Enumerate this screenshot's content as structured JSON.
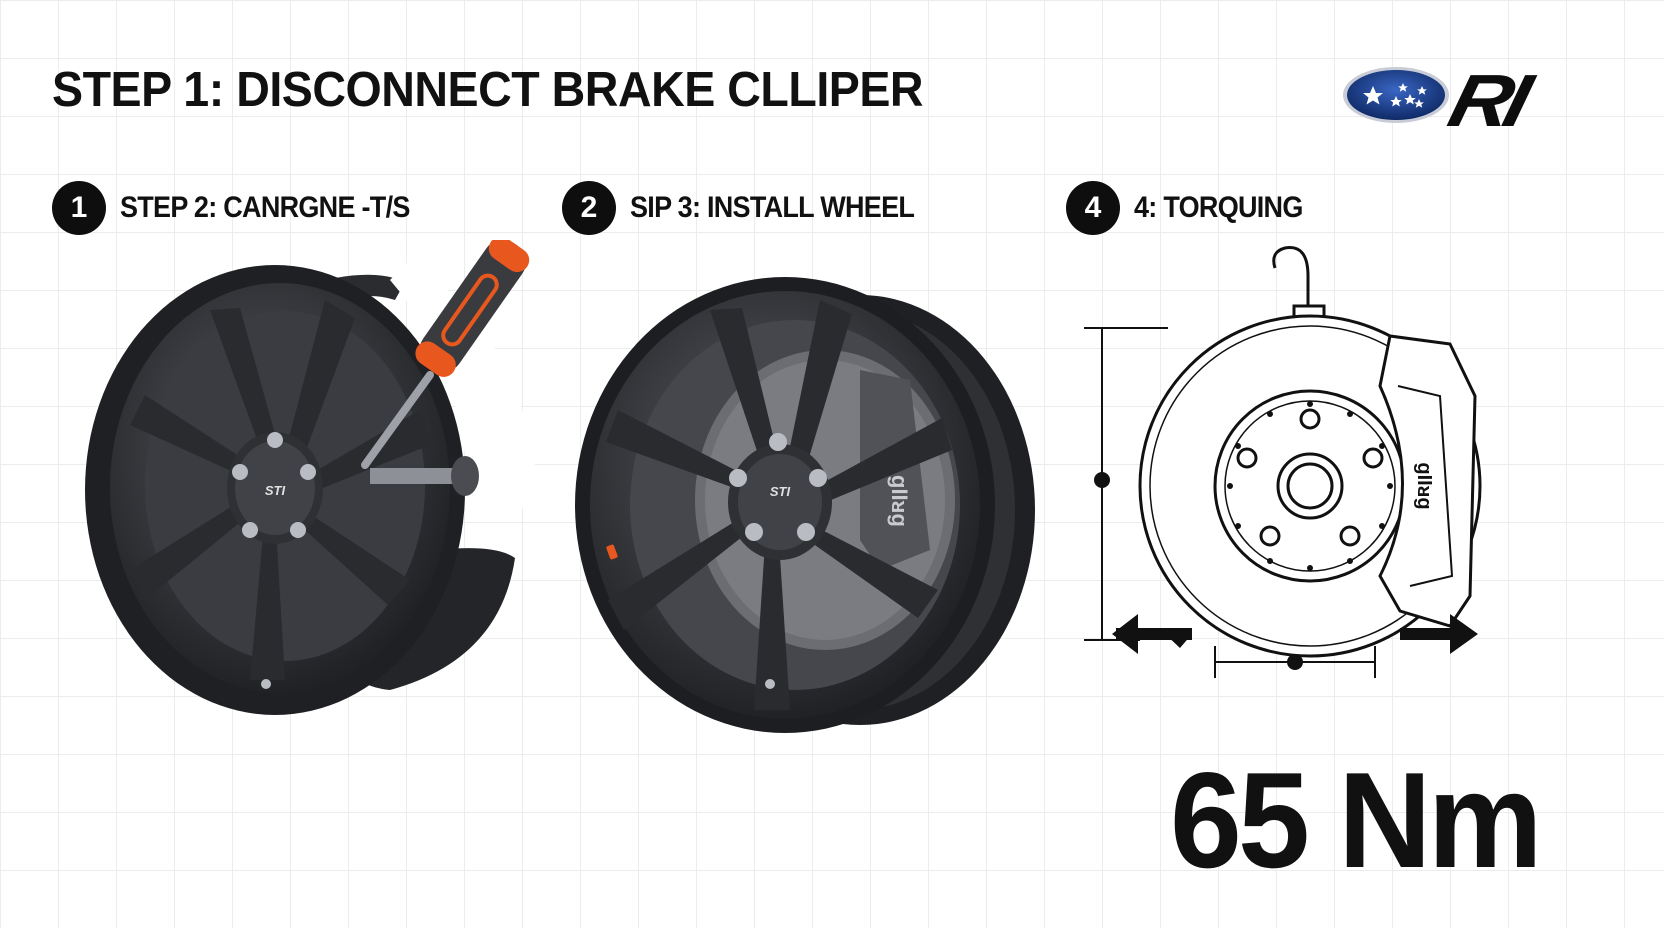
{
  "header": {
    "title": "STEP 1: DISCONNECT BRAKE CLLIPER",
    "logo": {
      "brand_mark": "subaru-stars-emblem",
      "text": "RI",
      "colors": {
        "oval": "#1b3e8c",
        "stars": "#ffffff",
        "text": "#0d0d0d"
      }
    }
  },
  "steps": [
    {
      "number": "1",
      "label": "STEP 2: CANRGNE -T/S"
    },
    {
      "number": "2",
      "label": "SIP 3: INSTALL WHEEL"
    },
    {
      "number": "4",
      "label": "4: TORQUING"
    }
  ],
  "panels": {
    "wheel_removal": {
      "hub_badge": "STI",
      "icons": [
        "alloy-wheel",
        "screwdriver-tool"
      ]
    },
    "wheel_install": {
      "hub_badge": "STI",
      "caliper_text": "ɡIIᴚɡ"
    },
    "brake_diagram": {
      "caliper_text": "ɡIIᴚɡ",
      "icons": [
        "hook-icon",
        "dimension-arrows"
      ]
    }
  },
  "torque": {
    "value": "65 Nm"
  },
  "colors": {
    "accent": "#e8581e",
    "wheel": "#2d2f33",
    "badge": "#0e0e0e"
  }
}
